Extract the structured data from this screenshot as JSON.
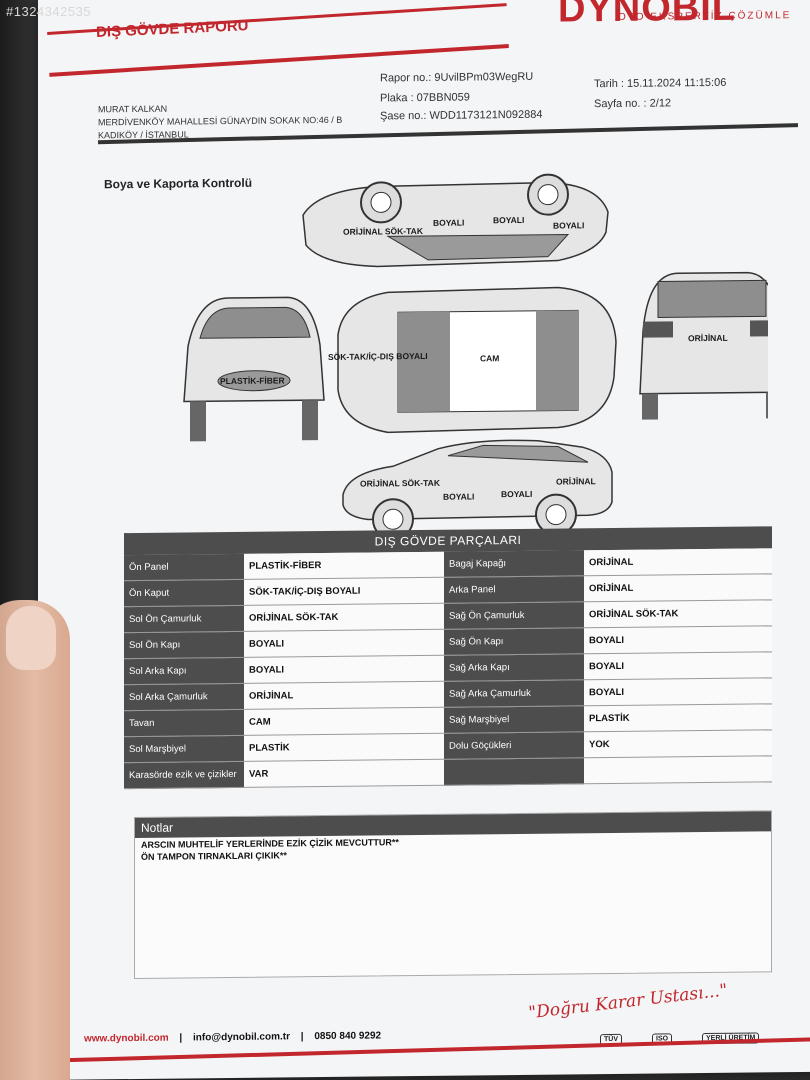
{
  "watermark": "#1324342535",
  "header": {
    "title": "DIŞ GÖVDE RAPORU",
    "brand": "DYNOBIL",
    "brand_sub": "OTO EKSPERTİZ ÇÖZÜMLE",
    "owner_name": "MURAT KALKAN",
    "owner_address1": "MERDİVENKÖY MAHALLESİ GÜNAYDIN SOKAK NO:46 / B",
    "owner_address2": "KADIKÖY / İSTANBUL",
    "rapor_no": "Rapor no.: 9UvilBPm03WegRU",
    "plaka": "Plaka : 07BBN059",
    "sase_no": "Şase no.: WDD1173121N092884",
    "tarih": "Tarih : 15.11.2024 11:15:06",
    "sayfa": "Sayfa no. : 2/12"
  },
  "section_title": "Boya ve Kaporta Kontrolü",
  "diagram_labels": {
    "top_front": "ORİJİNAL SÖK-TAK",
    "top_door1": "BOYALI",
    "top_door2": "BOYALI",
    "top_rear": "BOYALI",
    "front_bumper": "PLASTİK-FİBER",
    "hood": "SÖK-TAK/İÇ-DIŞ BOYALI",
    "roof": "CAM",
    "rear": "ORİJİNAL",
    "bottom_front": "ORİJİNAL SÖK-TAK",
    "bottom_door1": "BOYALI",
    "bottom_door2": "BOYALI",
    "bottom_rear": "ORİJİNAL"
  },
  "parts_title": "DIŞ GÖVDE PARÇALARI",
  "parts_rows": [
    {
      "l1": "Ön Panel",
      "v1": "PLASTİK-FİBER",
      "l2": "Bagaj Kapağı",
      "v2": "ORİJİNAL"
    },
    {
      "l1": "Ön Kaput",
      "v1": "SÖK-TAK/İÇ-DIŞ BOYALI",
      "l2": "Arka Panel",
      "v2": "ORİJİNAL"
    },
    {
      "l1": "Sol Ön Çamurluk",
      "v1": "ORİJİNAL SÖK-TAK",
      "l2": "Sağ Ön Çamurluk",
      "v2": "ORİJİNAL SÖK-TAK"
    },
    {
      "l1": "Sol Ön Kapı",
      "v1": "BOYALI",
      "l2": "Sağ Ön Kapı",
      "v2": "BOYALI"
    },
    {
      "l1": "Sol Arka Kapı",
      "v1": "BOYALI",
      "l2": "Sağ Arka Kapı",
      "v2": "BOYALI"
    },
    {
      "l1": "Sol Arka Çamurluk",
      "v1": "ORİJİNAL",
      "l2": "Sağ Arka Çamurluk",
      "v2": "BOYALI"
    },
    {
      "l1": "Tavan",
      "v1": "CAM",
      "l2": "Sağ Marşbiyel",
      "v2": "PLASTİK"
    },
    {
      "l1": "Sol Marşbiyel",
      "v1": "PLASTİK",
      "l2": "Dolu Göçükleri",
      "v2": "YOK"
    },
    {
      "l1": "Karasörde ezik ve çizikler",
      "v1": "VAR",
      "l2": "",
      "v2": ""
    }
  ],
  "notes": {
    "title": "Notlar",
    "line1": "ARSCIN MUHTELİF YERLERİNDE EZİK ÇİZİK MEVCUTTUR**",
    "line2": "ÖN TAMPON TIRNAKLARI ÇIKIK**"
  },
  "slogan": "\"Doğru Karar Ustası...\"",
  "footer": {
    "web": "www.dynobil.com",
    "sep": "|",
    "email": "info@dynobil.com.tr",
    "phone": "0850 840 9292",
    "cert1": "TÜV",
    "cert2": "ISO",
    "cert3": "YERLİ ÜRETİM"
  },
  "colors": {
    "brand_red": "#c1272d",
    "table_dark": "#4d4d4d"
  }
}
